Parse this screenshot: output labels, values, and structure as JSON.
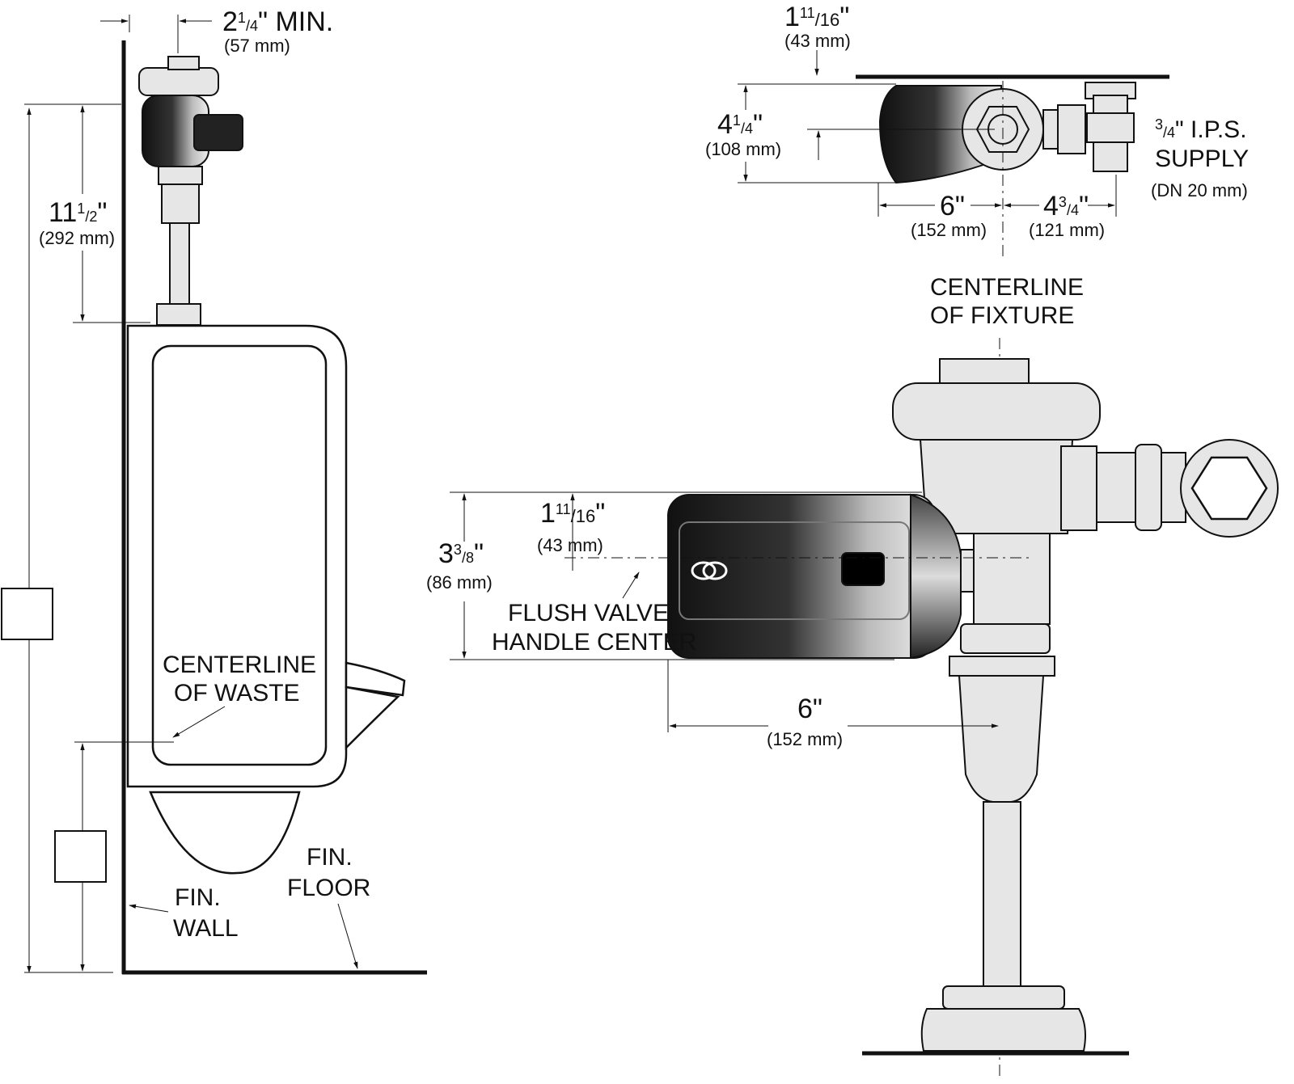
{
  "side_view": {
    "dim_wall_clearance": {
      "whole": "2",
      "num": "1",
      "den": "4",
      "suffix": "\" MIN.",
      "metric": "(57 mm)"
    },
    "dim_height": {
      "whole": "11",
      "num": "1",
      "den": "2",
      "suffix": "\"",
      "metric": "(292 mm)"
    },
    "centerline_waste": [
      "CENTERLINE",
      "OF  WASTE"
    ],
    "fin_wall": [
      "FIN.",
      "WALL"
    ],
    "fin_floor": [
      "FIN.",
      "FLOOR"
    ]
  },
  "top_view": {
    "dim_top_offset": {
      "whole": "1",
      "num": "11",
      "den": "16",
      "suffix": "\"",
      "metric": "(43 mm)"
    },
    "dim_depth": {
      "whole": "4",
      "num": "1",
      "den": "4",
      "suffix": "\"",
      "metric": "(108 mm)"
    },
    "dim_left": {
      "whole": "6",
      "suffix": "\"",
      "metric": "(152 mm)"
    },
    "dim_right": {
      "whole": "4",
      "num": "3",
      "den": "4",
      "suffix": "\"",
      "metric": "(121 mm)"
    },
    "supply": {
      "num": "3",
      "den": "4",
      "line1_suffix": "\" I.P.S.",
      "line2": "SUPPLY",
      "line3": "(DN 20 mm)"
    },
    "centerline_fixture": [
      "CENTERLINE",
      "OF  FIXTURE"
    ]
  },
  "front_view": {
    "dim_height": {
      "whole": "3",
      "num": "3",
      "den": "8",
      "suffix": "\"",
      "metric": "(86 mm)"
    },
    "dim_handle_offset": {
      "whole": "1",
      "num": "11",
      "den": "16",
      "suffix": "\"",
      "metric": "(43 mm)"
    },
    "handle_center": [
      "FLUSH VALVE",
      "HANDLE CENTER"
    ],
    "dim_width": {
      "whole": "6",
      "suffix": "\"",
      "metric": "(152 mm)"
    }
  }
}
